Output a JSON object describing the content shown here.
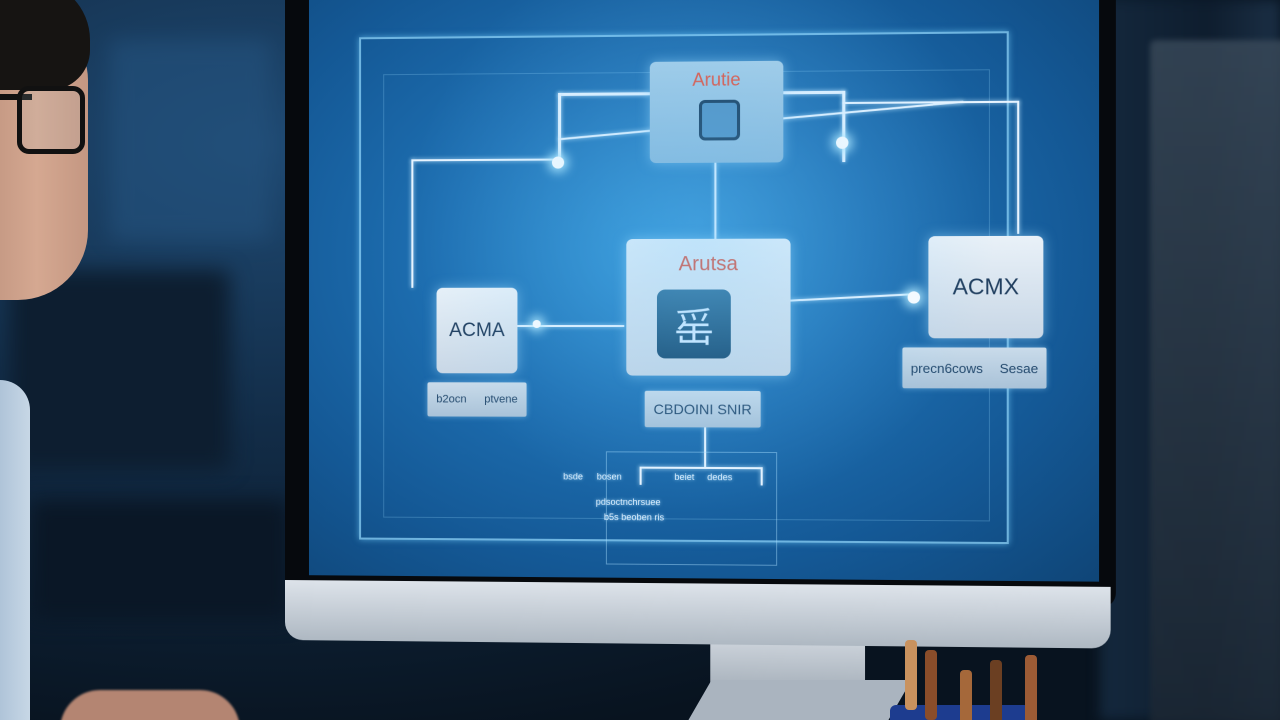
{
  "diagram": {
    "top_node": {
      "title": "Arutie"
    },
    "center_node": {
      "title": "Arutsa",
      "icon_glyph": "䍃"
    },
    "left_node": {
      "label": "ACMA"
    },
    "right_node": {
      "label": "ACMX"
    },
    "left_tag": {
      "text_a": "b2ocn",
      "text_b": "ptvene"
    },
    "right_tag": {
      "text_a": "precn6cows",
      "text_b": "Sesae"
    },
    "center_tag": {
      "text": "CBDOINI SNIR"
    },
    "bottom_captions": {
      "line1_a": "bsde",
      "line1_b": "bosen",
      "line1_c": "beiet",
      "line1_d": "dedes",
      "line2": "pdsoctnchrsuee",
      "line3": "b5s beoben ris"
    }
  },
  "icons": [
    "app-icon",
    "chip-icon"
  ]
}
